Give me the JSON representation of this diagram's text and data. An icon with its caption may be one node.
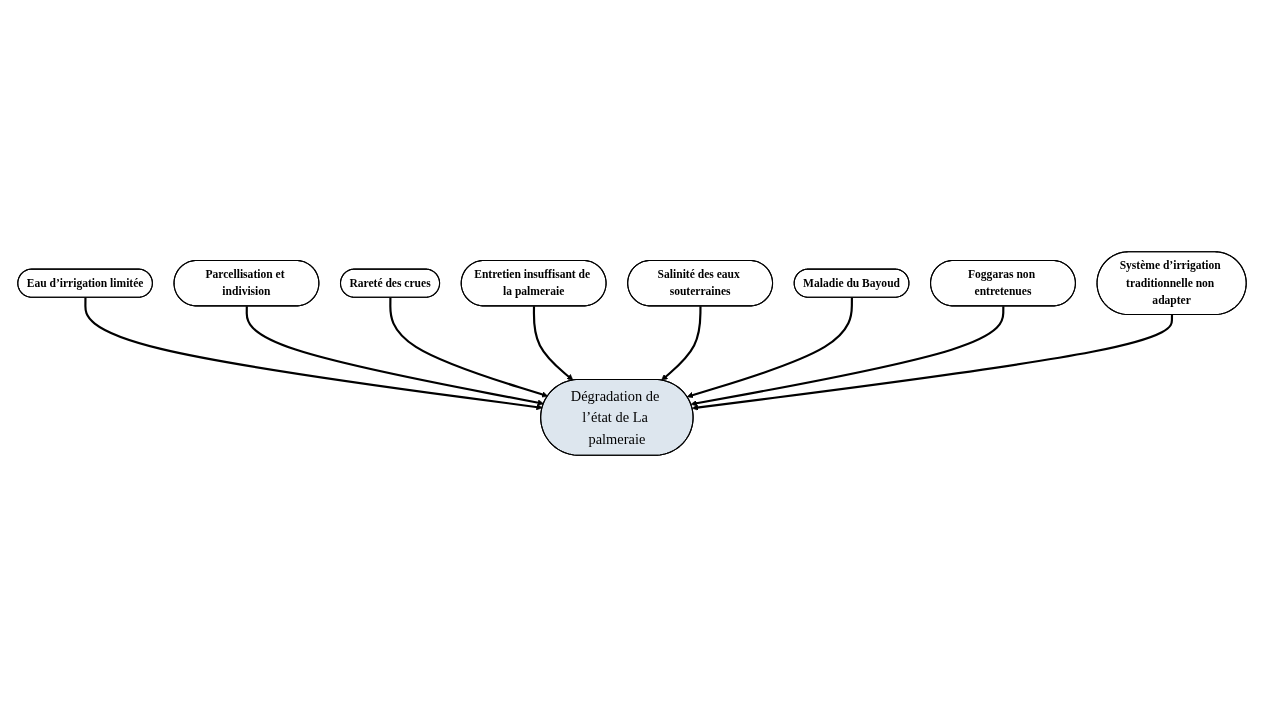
{
  "diagram": {
    "nodes": [
      {
        "text": [
          "Eau d’irrigation limitée"
        ]
      },
      {
        "text": [
          "Parcellisation et indivision"
        ]
      },
      {
        "text": [
          "Rareté des crues"
        ]
      },
      {
        "text": [
          "Dégradation de l’état de La palmeraie"
        ]
      },
      {
        "text": [
          "Entretien insuffisant de la palmeraie"
        ]
      },
      {
        "text": [
          "Salinité des eaux souterraines"
        ]
      },
      {
        "text": [
          "Maladie du Bayoud"
        ]
      },
      {
        "text": [
          "Foggaras non entretenues"
        ]
      },
      {
        "text": [
          "Système d’irrigation traditionnelle non adapter"
        ]
      }
    ],
    "edges": [
      {
        "from": 0,
        "to": 3,
        "arrow": "to"
      },
      {
        "from": 1,
        "to": 3,
        "arrow": "to"
      },
      {
        "from": 2,
        "to": 3,
        "arrow": "to"
      },
      {
        "from": 4,
        "to": 3,
        "arrow": "to"
      },
      {
        "from": 5,
        "to": 3,
        "arrow": "to"
      },
      {
        "from": 6,
        "to": 3,
        "arrow": "to"
      },
      {
        "from": 7,
        "to": 3,
        "arrow": "to"
      },
      {
        "from": 8,
        "to": 3,
        "arrow": "to"
      }
    ]
  }
}
